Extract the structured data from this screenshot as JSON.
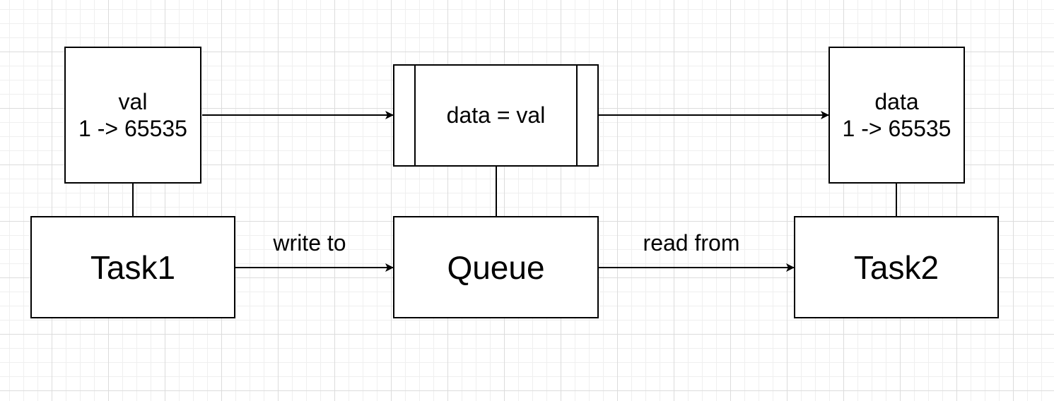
{
  "nodes": {
    "val_box": {
      "line1": "val",
      "line2": "1 -> 65535"
    },
    "queue_data_box": {
      "label": "data = val"
    },
    "data_box": {
      "line1": "data",
      "line2": "1 -> 65535"
    },
    "task1": {
      "label": "Task1"
    },
    "queue": {
      "label": "Queue"
    },
    "task2": {
      "label": "Task2"
    }
  },
  "edges": {
    "task1_to_queue": {
      "label": "write to"
    },
    "queue_to_task2": {
      "label": "read from"
    }
  },
  "colors": {
    "stroke": "#000000",
    "background": "#ffffff",
    "grid": "#dcdcdc"
  }
}
